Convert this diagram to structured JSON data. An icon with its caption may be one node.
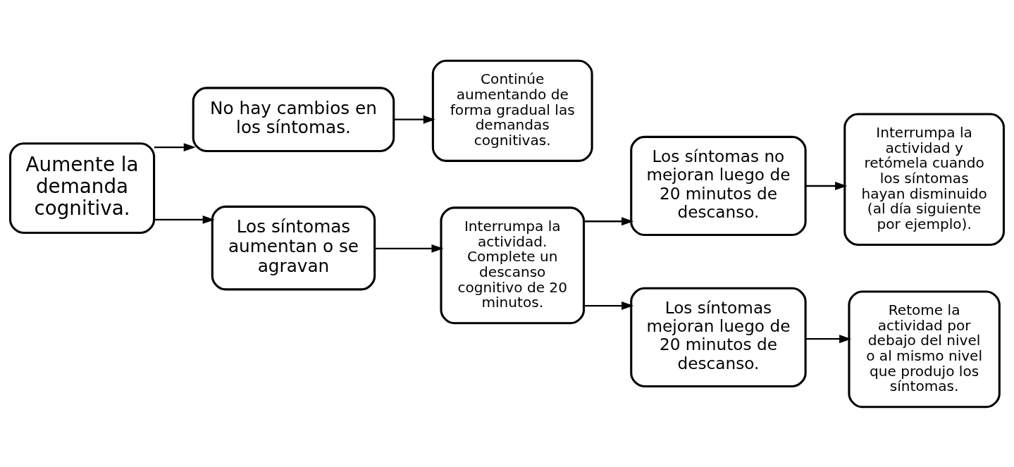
{
  "diagram": {
    "nodes": [
      {
        "text": [
          "Aumente la demanda cognitiva."
        ]
      },
      {
        "text": [
          "No hay cambios en los síntomas."
        ]
      },
      {
        "text": [
          "Continúe aumentando de forma gradual las demandas cognitivas."
        ]
      },
      {
        "text": [
          "Los síntomas aumentan o se agravan"
        ]
      },
      {
        "text": [
          "Interrumpa la actividad. Complete un descanso cognitivo de 20 minutos."
        ]
      },
      {
        "text": [
          "Los síntomas no mejoran luego de 20 minutos de descanso."
        ]
      },
      {
        "text": [
          "Interrumpa la actividad y retómela cuando los síntomas hayan disminuido (al día siguiente por ejemplo)."
        ]
      },
      {
        "text": [
          "Los síntomas mejoran luego de 20 minutos de descanso."
        ]
      },
      {
        "text": [
          "Retome la actividad por debajo del nivel o al mismo nivel que produjo los síntomas."
        ]
      }
    ],
    "edges": [
      {
        "from": 0,
        "to": 1,
        "arrow": "to"
      },
      {
        "from": 0,
        "to": 3,
        "arrow": "to"
      },
      {
        "from": 1,
        "to": 2,
        "arrow": "to"
      },
      {
        "from": 3,
        "to": 4,
        "arrow": "to"
      },
      {
        "from": 4,
        "to": 5,
        "arrow": "to"
      },
      {
        "from": 4,
        "to": 7,
        "arrow": "to"
      },
      {
        "from": 5,
        "to": 6,
        "arrow": "to"
      },
      {
        "from": 7,
        "to": 8,
        "arrow": "to"
      }
    ]
  }
}
